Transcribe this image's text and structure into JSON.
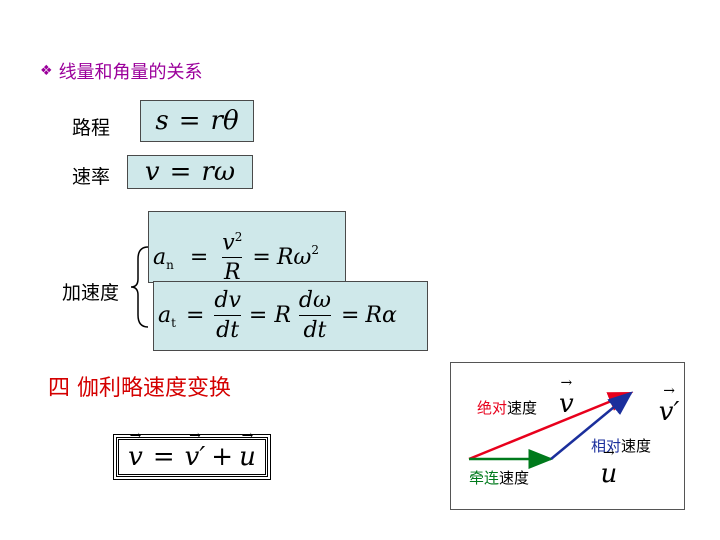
{
  "title": "线量和角量的关系",
  "path_label": "路程",
  "path_eq": {
    "lhs": "s",
    "eq": "=",
    "rhs": "rθ"
  },
  "speed_label": "速率",
  "speed_eq": {
    "lhs": "v",
    "eq": "=",
    "rhs": "rω"
  },
  "accel_label": "加速度",
  "an_eq": {
    "a": "a",
    "sub": "n",
    "eq": "=",
    "num": "v",
    "num_exp": "2",
    "den": "R",
    "eq2": "=",
    "rhs": "Rω",
    "rhs_exp": "2"
  },
  "at_eq": {
    "a": "a",
    "sub": "t",
    "eq": "=",
    "num": "dv",
    "den": "dt",
    "eq2": "= R",
    "num2": "dω",
    "den2": "dt",
    "eq3": "=",
    "rhs": "Rα"
  },
  "section_title": "四 伽利略速度变换",
  "galileo_eq": {
    "v": "v",
    "eq": "=",
    "vprime": "v′",
    "plus": "+",
    "u": "u"
  },
  "diagram": {
    "abs_label_a": "绝对",
    "abs_label_b": "速度",
    "abs_sym": "v",
    "rel_sym": "v′",
    "rel_label_a": "相对",
    "rel_label_b": "速度",
    "drag_label_a": "牵连",
    "drag_label_b": "速度",
    "drag_sym": "u",
    "colors": {
      "absolute": "#e8001c",
      "relative": "#1b2f9c",
      "drag": "#007a1c"
    }
  }
}
